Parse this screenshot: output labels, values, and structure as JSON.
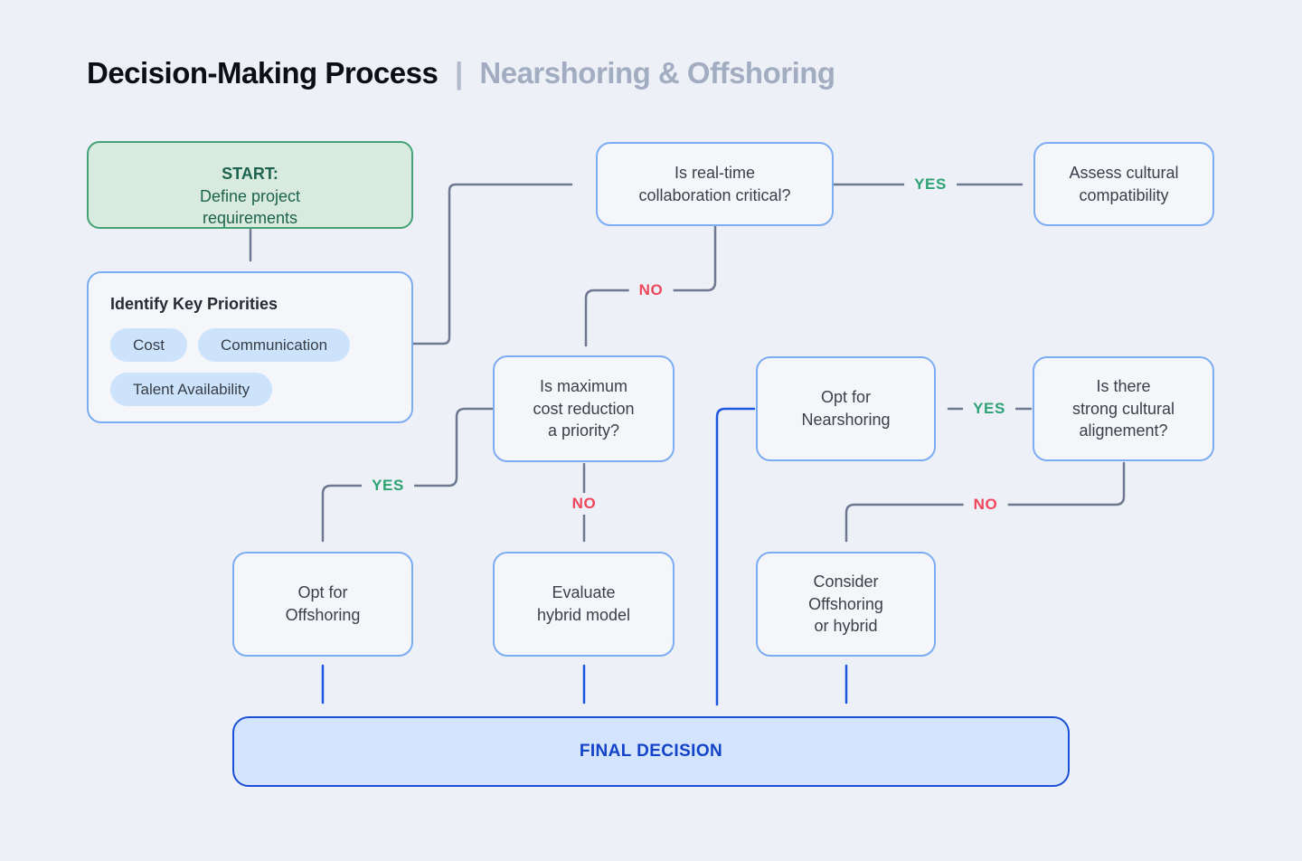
{
  "title": {
    "main": "Decision-Making Process",
    "separator": "|",
    "subtitle": "Nearshoring & Offshoring"
  },
  "colors": {
    "background": "#edf0f6",
    "node_border_blue": "#7cadf3",
    "start_green_border": "#43a377",
    "start_green_fill": "#d8ebde",
    "start_green_text": "#1d6350",
    "tag_fill": "#cde3fc",
    "flow_line_gray": "#6e7891",
    "flow_line_blue": "#1d56e0",
    "yes_green": "#2da273",
    "no_red": "#ef475c",
    "final_fill": "#d3e4fc",
    "final_border": "#1b4fd6",
    "final_text": "#1243c8"
  },
  "nodes": {
    "start": {
      "label_bold": "START:",
      "label_rest": "Define project\nrequirements"
    },
    "priorities": {
      "heading": "Identify Key Priorities",
      "tags": [
        "Cost",
        "Communication",
        "Talent Availability"
      ]
    },
    "realtime": {
      "label": "Is real-time\ncollaboration critical?"
    },
    "assess": {
      "label": "Assess cultural\ncompatibility"
    },
    "cost_reduction": {
      "label": "Is maximum\ncost reduction\na priority?"
    },
    "nearshoring": {
      "label": "Opt for\nNearshoring"
    },
    "alignment": {
      "label": "Is there\nstrong cultural\nalignement?"
    },
    "offshoring": {
      "label": "Opt for\nOffshoring"
    },
    "hybrid": {
      "label": "Evaluate\nhybrid model"
    },
    "consider": {
      "label": "Consider\nOffshoring\nor hybrid"
    },
    "final": {
      "label": "FINAL DECISION"
    }
  },
  "edges": {
    "realtime_yes": "YES",
    "realtime_no": "NO",
    "cost_yes": "YES",
    "cost_no": "NO",
    "alignment_yes": "YES",
    "alignment_no": "NO"
  }
}
